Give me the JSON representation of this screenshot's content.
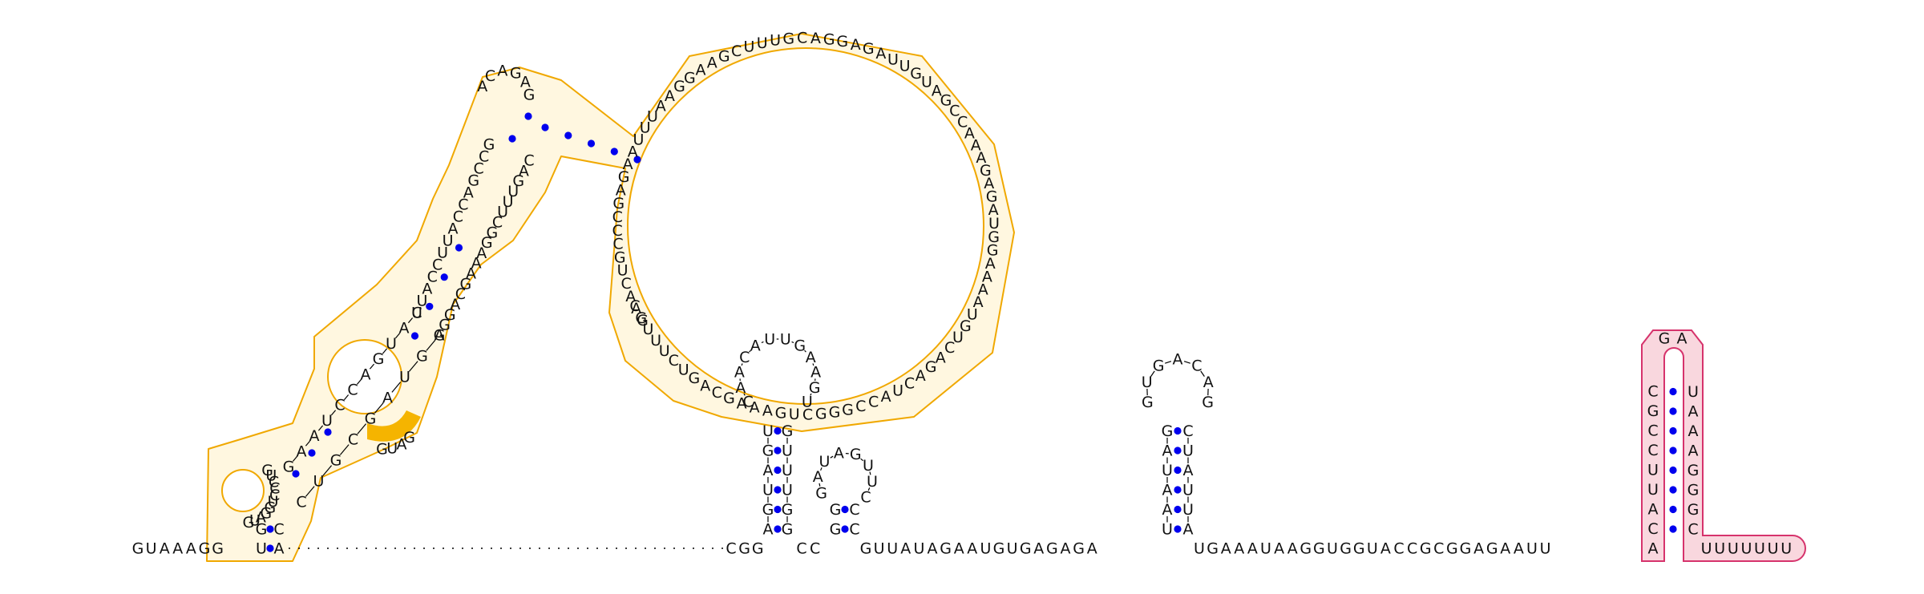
{
  "diagram": {
    "kind": "RNA secondary structure",
    "colors": {
      "nucleotide": "#111111",
      "backbone": "#000000",
      "pair_dot": "#0000ee",
      "yellow_outline": "#f0a800",
      "yellow_fill": "#fff7e0",
      "yellow_highlight": "#f5b400",
      "pink_outline": "#d6336c",
      "pink_fill": "#f9d7de"
    },
    "five_prime_tail": "GUAAAGG",
    "linker_dotted": "dotted backbone between first domain and second domain",
    "yellow_domain": {
      "highlighted_bases": "GAUG",
      "strands": {
        "stem1_left": "UG",
        "stem1_right": "AC",
        "hairpin_loop1": "GUCCCUGGAUG",
        "internal_left": "GAAUCCAGUAC",
        "internal_right": "CUGCGAUGG",
        "upper_left": "UUACCUUACCAGCCG",
        "upper_right": "AGGACGAAAGGCUUUGAC",
        "hairpin_loop2": "ACAGAG",
        "long_strand": "GAACUGCCCGAGAAUUUAAGGAAGCUUUGCAGGAGAUUGUAGCCAAAGAGAUGGAAAAUGUCAGACUACCGGGCUGAAAGCAGUCUUUGC"
      }
    },
    "hairpin_a": {
      "stem_left": "AGUAGU",
      "stem_right": "GGUUUG",
      "loop": "CAACAUUGAAGU"
    },
    "hairpin_b": {
      "stem_left": "GG",
      "stem_right": "CC",
      "loop": "GAUAGUUC"
    },
    "hairpin_c": {
      "stem_left": "UAAUAG",
      "stem_right": "AUUAUC",
      "loop": "GUGACAG"
    },
    "main_backbone": {
      "after_linker": "CGG",
      "between_a_b": "CC",
      "between_b_c": "GUUAUAGAAUGUGAGAGA",
      "between_c_terminator": "UGAAAUAAGGUGGUACCGCGGAGAAUU"
    },
    "terminator": {
      "stem_left": "CGCCUUACA",
      "loop": "GA",
      "stem_right": "UAAAGGGC",
      "tail": "UUUUUUU"
    }
  }
}
